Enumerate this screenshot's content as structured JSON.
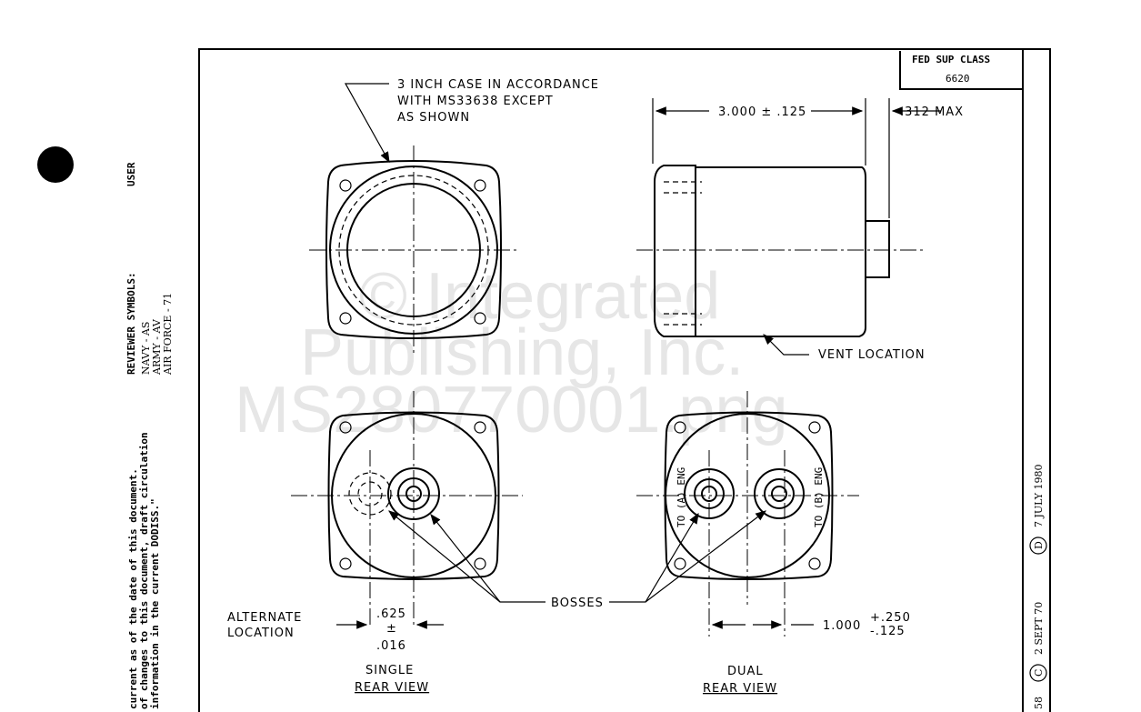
{
  "title_block": {
    "fed_sup_class_label": "FED SUP CLASS",
    "fed_sup_class_value": "6620"
  },
  "notes": {
    "case_note": [
      "3 INCH CASE IN ACCORDANCE",
      "WITH MS33638 EXCEPT",
      "AS SHOWN"
    ],
    "length_dim": "3.000 ± .125",
    "boss_dim": ".312 MAX",
    "vent_location": "VENT LOCATION",
    "alternate_location": [
      "ALTERNATE",
      "LOCATION"
    ],
    "single_dim": [
      ".625",
      "±",
      ".016"
    ],
    "bosses": "BOSSES",
    "dual_dim": "1.000",
    "dual_tol_plus": "+.250",
    "dual_tol_minus": "-.125",
    "to_a_eng": "TO (A) ENG",
    "to_b_eng": "TO (B) ENG",
    "single_view": [
      "SINGLE",
      "REAR VIEW"
    ],
    "dual_view": [
      "DUAL",
      "REAR VIEW"
    ]
  },
  "left_margin": {
    "user": "USER",
    "reviewer_symbols": "REVIEWER SYMBOLS:",
    "navy": "NAVY - AS",
    "army": "ARMY - AV",
    "air_force": "AIR FORCE - 71",
    "note_lines": [
      "current as of the date of this document.",
      "of changes to this document, draft circulation",
      "information in the current DODISS.\""
    ]
  },
  "right_strip": {
    "rev_c": "C",
    "rev_c_date": "2 SEPT 70",
    "rev_d": "D",
    "rev_d_date": "7 JULY 1980",
    "doc_fragment": "58"
  },
  "watermark": [
    "© Integrated",
    "Publishing, Inc.",
    "MS280770001.png"
  ]
}
